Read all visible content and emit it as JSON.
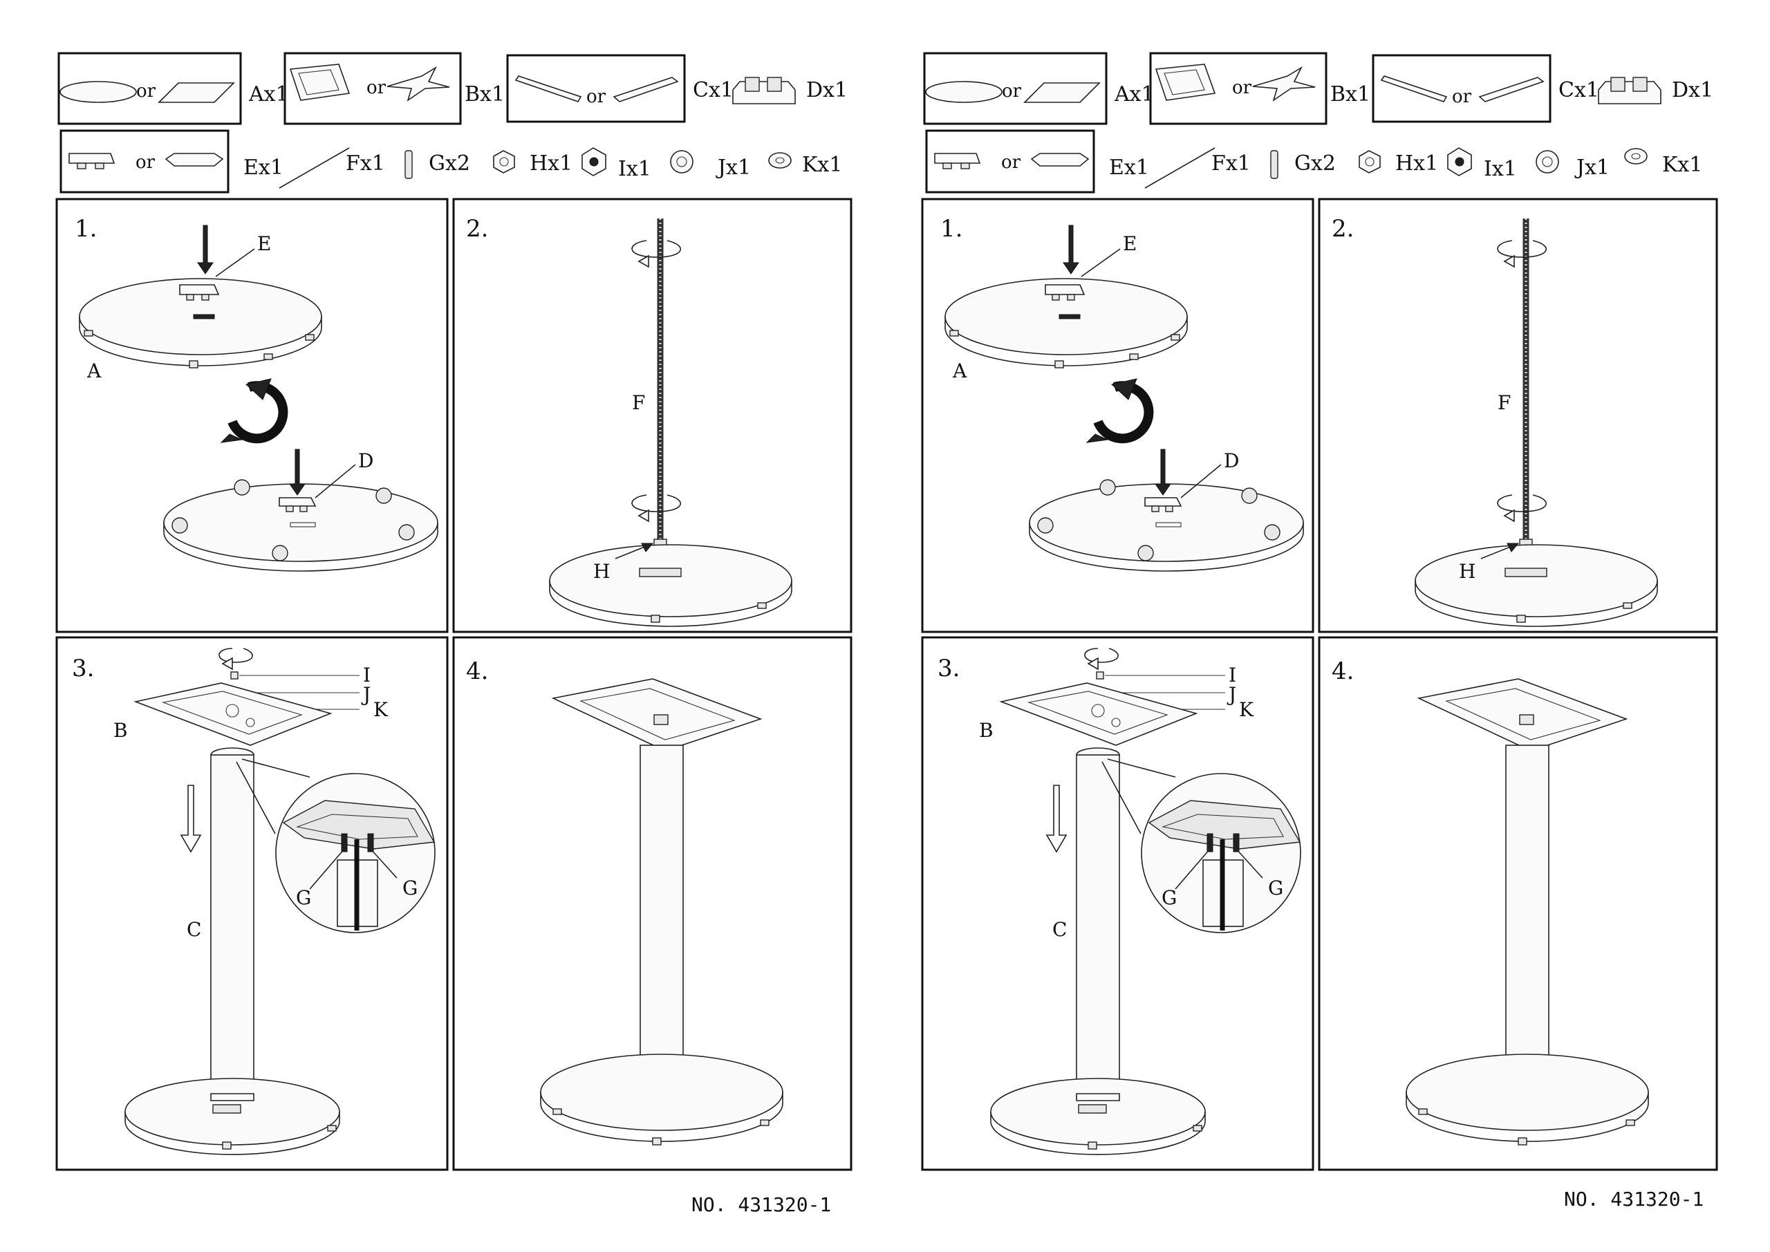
{
  "doc_number": "NO. 431320-1",
  "connector_or": "or",
  "parts": {
    "A": "Ax1",
    "B": "Bx1",
    "C": "Cx1",
    "D": "Dx1",
    "E": "Ex1",
    "F": "Fx1",
    "G": "Gx2",
    "H": "Hx1",
    "I": "Ix1",
    "J": "Jx1",
    "K": "Kx1"
  },
  "steps": {
    "s1": "1.",
    "s2": "2.",
    "s3": "3.",
    "s4": "4."
  },
  "callouts": {
    "A": "A",
    "B": "B",
    "C": "C",
    "D": "D",
    "E": "E",
    "F": "F",
    "G": "G",
    "H": "H",
    "I": "I",
    "J": "J",
    "K": "K"
  }
}
